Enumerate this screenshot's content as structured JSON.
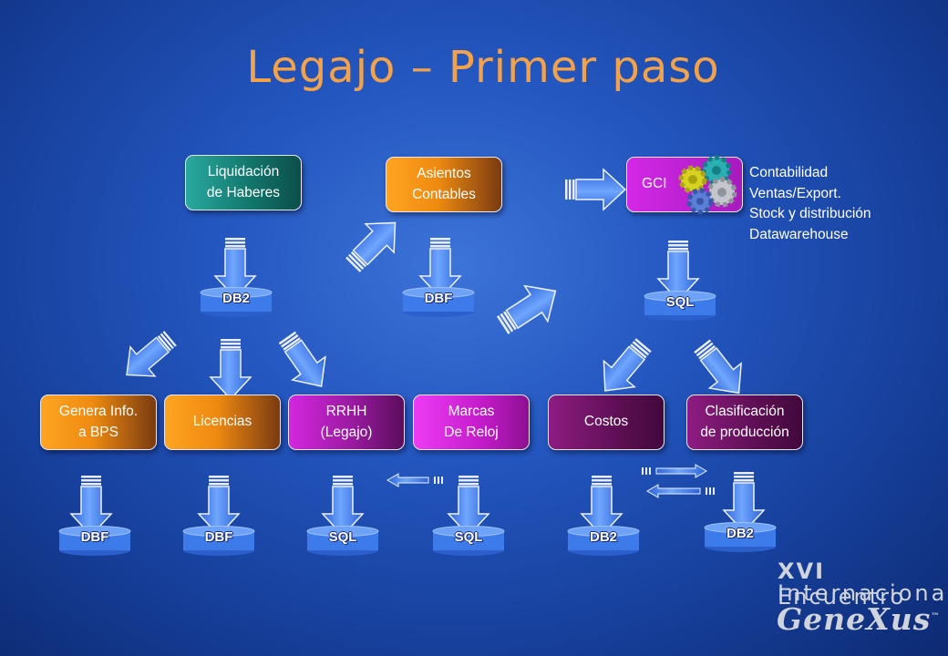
{
  "title": "Legajo – Primer paso",
  "boxes": {
    "liquidacion": "Liquidación\nde Haberes",
    "asientos": "Asientos\nContables",
    "gci": "GCI",
    "genera": "Genera Info.\na BPS",
    "licencias": "Licencias",
    "rrhh": "RRHH\n(Legajo)",
    "marcas": "Marcas\nDe Reloj",
    "costos": "Costos",
    "clasificacion": "Clasificación\nde producción"
  },
  "databases": {
    "db_liq": "DB2",
    "db_asientos": "DBF",
    "db_gci": "SQL",
    "db_genera": "DBF",
    "db_licencias": "DBF",
    "db_rrhh": "SQL",
    "db_marcas": "SQL",
    "db_costos": "DB2",
    "db_clasif": "DB2"
  },
  "gci_modules": [
    "Contabilidad",
    "Ventas/Export.",
    "Stock y distribución",
    "Datawarehouse"
  ],
  "logo": {
    "line1_bold": "XVI",
    "line1_rest": " Encuentro",
    "line2": "Internacional",
    "line3": "GeneXus",
    "trademark": "™"
  },
  "colors": {
    "background": "#2356bf",
    "title": "#f2a24a",
    "arrow": "#4f8df0",
    "cylinder": "#3d7bea"
  }
}
